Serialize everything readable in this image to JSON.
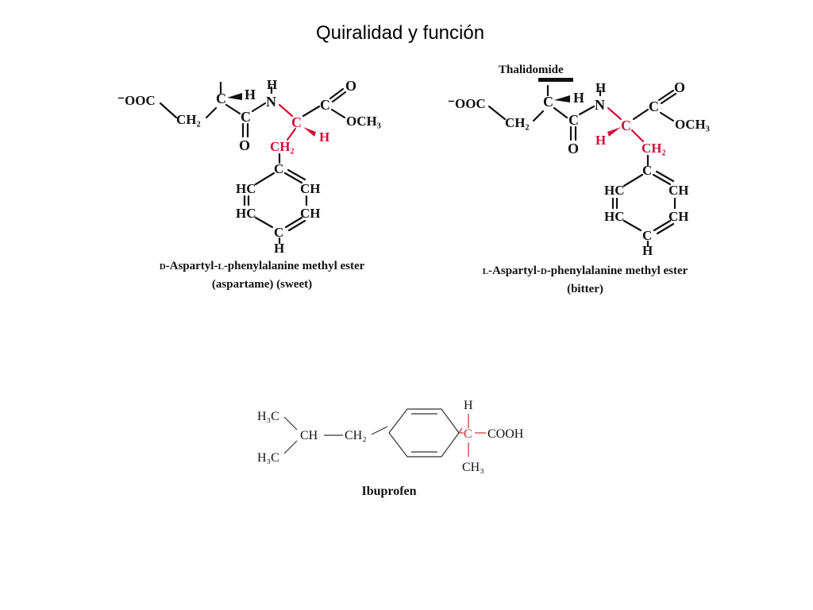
{
  "slide": {
    "title": "Quiralidad y función"
  },
  "aspartame": {
    "atoms": {
      "carboxylate": "⁻OOC",
      "ch2": "CH₂",
      "c_alpha": "C",
      "h_alpha": "H",
      "c_amide": "C",
      "o_amide": "O",
      "nh_h": "H",
      "n": "N",
      "c_ester": "C",
      "o_ester": "O",
      "och3": "OCH₃",
      "c_chiral": "C",
      "h_chiral": "H",
      "ch2_benzyl": "CH₂",
      "ring_c1": "C",
      "ring_hc_left1": "HC",
      "ring_ch_right1": "CH",
      "ring_hc_left2": "HC",
      "ring_ch_right2": "CH",
      "ring_c_bottom": "C",
      "ring_h_bottom": "H"
    },
    "caption_line1_prefix": "D",
    "caption_line1_mid1": "-Aspartyl-",
    "caption_line1_prefix2": "L",
    "caption_line1_rest": "-phenylalanine methyl ester",
    "caption_line2": "(aspartame) (sweet)"
  },
  "bitter": {
    "overlay_label": "Thalidomide",
    "atoms": {
      "carboxylate": "⁻OOC",
      "ch2": "CH₂",
      "c_alpha": "C",
      "h_alpha": "H",
      "c_amide": "C",
      "o_amide": "O",
      "nh_h": "H",
      "n": "N",
      "c_ester": "C",
      "o_ester": "O",
      "och3": "OCH₃",
      "c_chiral": "C",
      "h_chiral": "H",
      "ch2_benzyl": "CH₂",
      "ring_c1": "C",
      "ring_hc_left1": "HC",
      "ring_ch_right1": "CH",
      "ring_hc_left2": "HC",
      "ring_ch_right2": "CH",
      "ring_c_bottom": "C",
      "ring_h_bottom": "H"
    },
    "caption_line1_prefix": "L",
    "caption_line1_mid1": "-Aspartyl-",
    "caption_line1_prefix2": "D",
    "caption_line1_rest": "-phenylalanine methyl ester",
    "caption_line2": "(bitter)"
  },
  "ibuprofen": {
    "atoms": {
      "h3c_top": "H₃C",
      "h3c_bottom": "H₃C",
      "ch": "CH",
      "ch2": "CH₂",
      "h_top": "H",
      "c_chiral": "C",
      "cooh": "COOH",
      "ch3": "CH₃"
    },
    "caption": "Ibuprofen"
  },
  "colors": {
    "chiral_highlight": "#d0103a",
    "text": "#111111"
  }
}
